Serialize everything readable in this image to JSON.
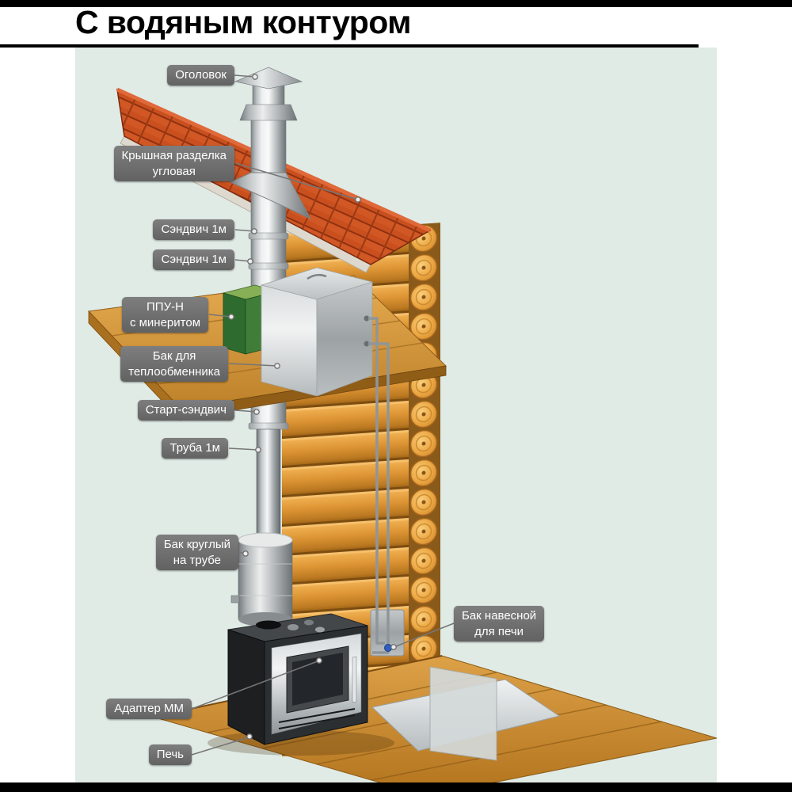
{
  "page": {
    "title": "С водяным контуром"
  },
  "colors": {
    "panel_background": "#e0ebe6",
    "label_gray": "#6f6f6f",
    "roof_red": "#c94f1e",
    "wood": "#d89a3f",
    "metal": "#c9cdcf",
    "green_unit": "#2e6b2f",
    "valve_blue": "#2e5fc0"
  },
  "labels": {
    "ogolovok": {
      "l1": "Оголовок"
    },
    "kryshnaya": {
      "l1": "Крышная разделка",
      "l2": "угловая"
    },
    "sandwich_1": {
      "l1": "Сэндвич 1м"
    },
    "sandwich_2": {
      "l1": "Сэндвич 1м"
    },
    "ppu": {
      "l1": "ППУ-Н",
      "l2": "с минеритом"
    },
    "bak_teplo": {
      "l1": "Бак для",
      "l2": "теплообменника"
    },
    "start_sandwich": {
      "l1": "Старт-сэндвич"
    },
    "truba": {
      "l1": "Труба 1м"
    },
    "bak_krugly": {
      "l1": "Бак круглый",
      "l2": "на трубе"
    },
    "bak_navesnoy": {
      "l1": "Бак навесной",
      "l2": "для печи"
    },
    "adapter": {
      "l1": "Адаптер ММ"
    },
    "pech": {
      "l1": "Печь"
    }
  }
}
